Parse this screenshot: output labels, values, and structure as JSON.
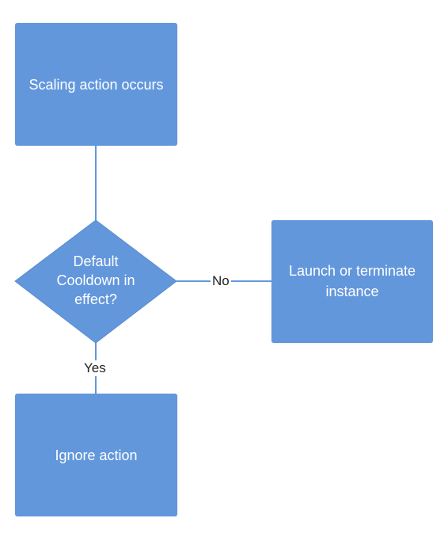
{
  "diagram": {
    "colors": {
      "node_fill": "#6397dc",
      "connector": "#6397dc",
      "node_text": "#ffffff",
      "label_text": "#222222",
      "background": "#ffffff"
    },
    "nodes": {
      "scaling": {
        "label": "Scaling action occurs"
      },
      "decision": {
        "label_line1": "Default",
        "label_line2": "Cooldown in",
        "label_line3": "effect?"
      },
      "launch": {
        "label_line1": "Launch or terminate",
        "label_line2": "instance"
      },
      "ignore": {
        "label": "Ignore action"
      }
    },
    "edges": {
      "no_label": "No",
      "yes_label": "Yes"
    }
  }
}
